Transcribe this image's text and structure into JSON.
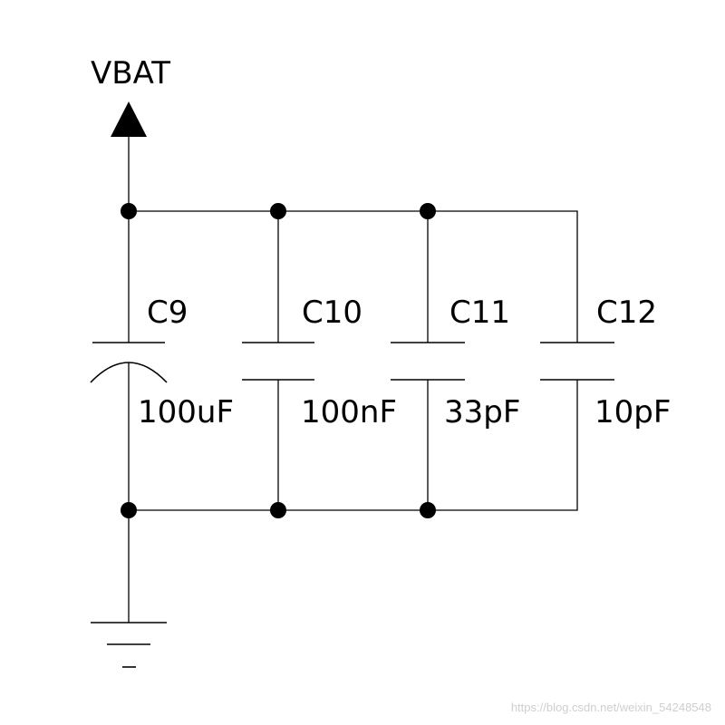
{
  "power_net": {
    "label": "VBAT"
  },
  "capacitors": [
    {
      "ref": "C9",
      "value": "100uF",
      "kind": "polarized"
    },
    {
      "ref": "C10",
      "value": "100nF",
      "kind": "ceramic"
    },
    {
      "ref": "C11",
      "value": "33pF",
      "kind": "ceramic"
    },
    {
      "ref": "C12",
      "value": "10pF",
      "kind": "ceramic"
    }
  ],
  "watermark": "https://blog.csdn.net/weixin_54248548",
  "colors": {
    "line": "#000000",
    "background": "#ffffff",
    "watermark": "#cfcfcf"
  }
}
